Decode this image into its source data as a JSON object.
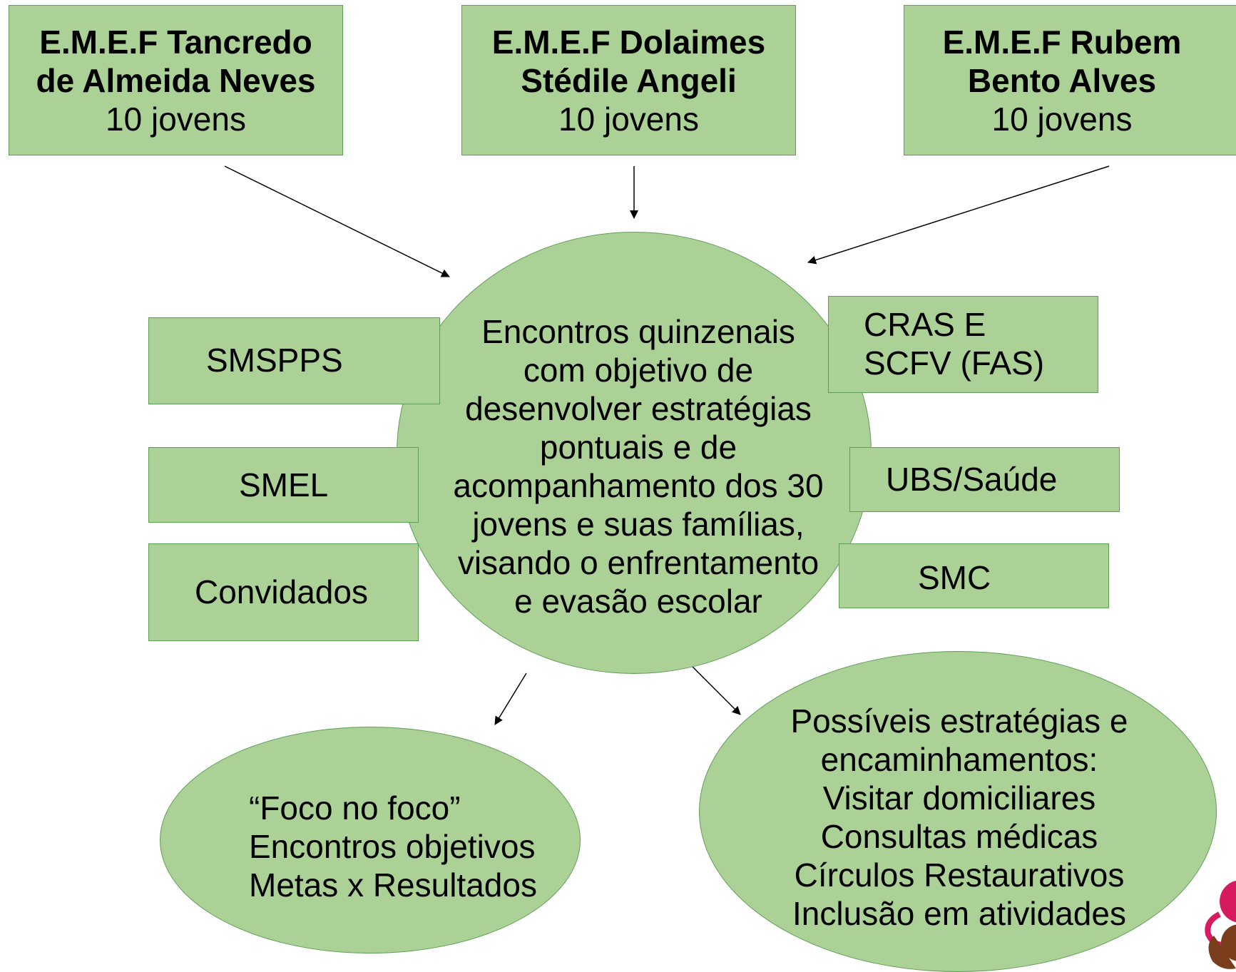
{
  "colors": {
    "fill": "#acd196",
    "stroke": "#5f9e57",
    "arrow": "#000000",
    "logo_pink": "#d81b60",
    "logo_brown": "#7a3e1d"
  },
  "schools": [
    {
      "name_line1": "E.M.E.F Tancredo",
      "name_line2": "de Almeida Neves",
      "count": "10 jovens"
    },
    {
      "name_line1": "E.M.E.F Dolaimes",
      "name_line2": "Stédile Angeli",
      "count": "10 jovens"
    },
    {
      "name_line1": "E.M.E.F Rubem",
      "name_line2": "Bento Alves",
      "count": "10 jovens"
    }
  ],
  "partners_left": [
    "SMSPPS",
    "SMEL",
    "Convidados"
  ],
  "partners_right": [
    "CRAS E",
    "SCFV (FAS)",
    "UBS/Saúde",
    "SMC"
  ],
  "center": {
    "lines": [
      "Encontros quinzenais",
      "com objetivo de",
      "desenvolver estratégias",
      "pontuais e de",
      "acompanhamento dos 30",
      "jovens e suas famílias,",
      "visando o enfrentamento",
      "e evasão escolar"
    ]
  },
  "foco": {
    "lines": [
      "“Foco no foco”",
      "Encontros objetivos",
      "Metas x Resultados"
    ]
  },
  "estrategias": {
    "lines": [
      "Possíveis estratégias e",
      "encaminhamentos:",
      "Visitar domiciliares",
      "Consultas médicas",
      "Círculos Restaurativos",
      "Inclusão em atividades"
    ]
  },
  "logo_icon": "logo-icon"
}
